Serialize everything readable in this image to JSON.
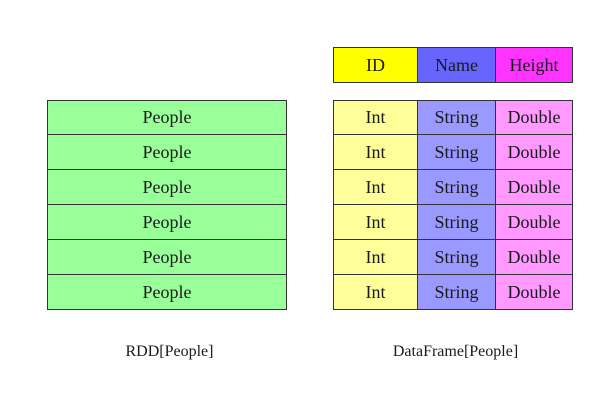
{
  "colors": {
    "rdd_fill": "#99ff99",
    "id_header": "#ffff00",
    "name_header": "#6666ff",
    "height_header": "#ff33ff",
    "id_cell": "#ffff99",
    "name_cell": "#9999ff",
    "height_cell": "#ff99ff",
    "border": "#333333"
  },
  "rdd": {
    "rows": [
      "People",
      "People",
      "People",
      "People",
      "People",
      "People"
    ],
    "caption": "RDD[People]"
  },
  "dataframe": {
    "columns": [
      "ID",
      "Name",
      "Height"
    ],
    "rows": [
      [
        "Int",
        "String",
        "Double"
      ],
      [
        "Int",
        "String",
        "Double"
      ],
      [
        "Int",
        "String",
        "Double"
      ],
      [
        "Int",
        "String",
        "Double"
      ],
      [
        "Int",
        "String",
        "Double"
      ],
      [
        "Int",
        "String",
        "Double"
      ]
    ],
    "caption": "DataFrame[People]"
  }
}
